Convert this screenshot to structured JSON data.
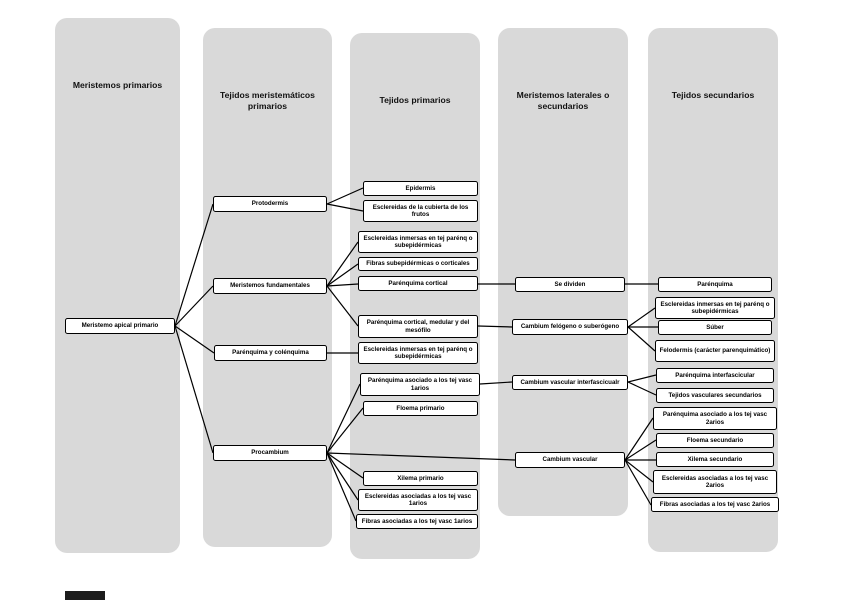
{
  "diagram": {
    "colors": {
      "column_fill": "#d9d9d9",
      "box_fill": "#ffffff",
      "box_border": "#000000",
      "line": "#000000"
    },
    "columns": [
      {
        "title": "Meristemos primarios"
      },
      {
        "title": "Tejidos meristemáticos primarios"
      },
      {
        "title": "Tejidos primarios"
      },
      {
        "title": "Meristemos laterales o secundarios"
      },
      {
        "title": "Tejidos secundarios"
      }
    ],
    "nodes": {
      "meristemo_apical": "Meristemo apical primario",
      "protodermis": "Protodermis",
      "meristemos_fundamentales": "Meristemos fundamentales",
      "parenquima_colenquima": "Parénquima y colénquima",
      "procambium": "Procambium",
      "epidermis": "Epidermis",
      "esclereidas_cubierta": "Esclereidas de la cubierta de los frutos",
      "esclereidas_inmersas_1": "Esclereidas inmersas en tej parénq o subepidérmicas",
      "fibras_subepidermicas": "Fibras subepidérmicas o corticales",
      "parenquima_cortical": "Parénquima cortical",
      "parenquima_cortical_medular": "Parénquima cortical, medular y del mesófilo",
      "esclereidas_inmersas_2": "Esclereidas inmersas en tej parénq o subepidérmicas",
      "parenquima_asociado_1": "Parénquima asociado a los tej vasc 1arios",
      "floema_primario": "Floema primario",
      "xilema_primario": "Xilema primario",
      "esclereidas_asociadas_1": "Esclereidas asociadas a los tej vasc 1arios",
      "fibras_asociadas_1": "Fibras asociadas a los tej vasc 1arios",
      "se_dividen": "Se dividen",
      "cambium_felogeno": "Cambium felógeno o suberógeno",
      "cambium_vascular_inter": "Cambium vascular interfascicualr",
      "cambium_vascular": "Cambium vascular",
      "parenquima": "Parénquima",
      "esclereidas_inmersas_3": "Esclereidas inmersas en tej parénq o subepidérmicas",
      "suber": "Súber",
      "felodermis": "Felodermis (carácter parenquimático)",
      "parenquima_interfascicular": "Parénquima interfascicular",
      "tejidos_vasc_sec": "Tejidos vasculares secundarios",
      "parenquima_asociado_2": "Parénquima asociado a los tej vasc 2arios",
      "floema_secundario": "Floema secundario",
      "xilema_secundario": "Xilema secundario",
      "esclereidas_asociadas_2": "Esclereidas asociadas a los tej vasc 2arios",
      "fibras_asociadas_2": "Fibras asociadas a los tej vasc 2arios"
    }
  }
}
